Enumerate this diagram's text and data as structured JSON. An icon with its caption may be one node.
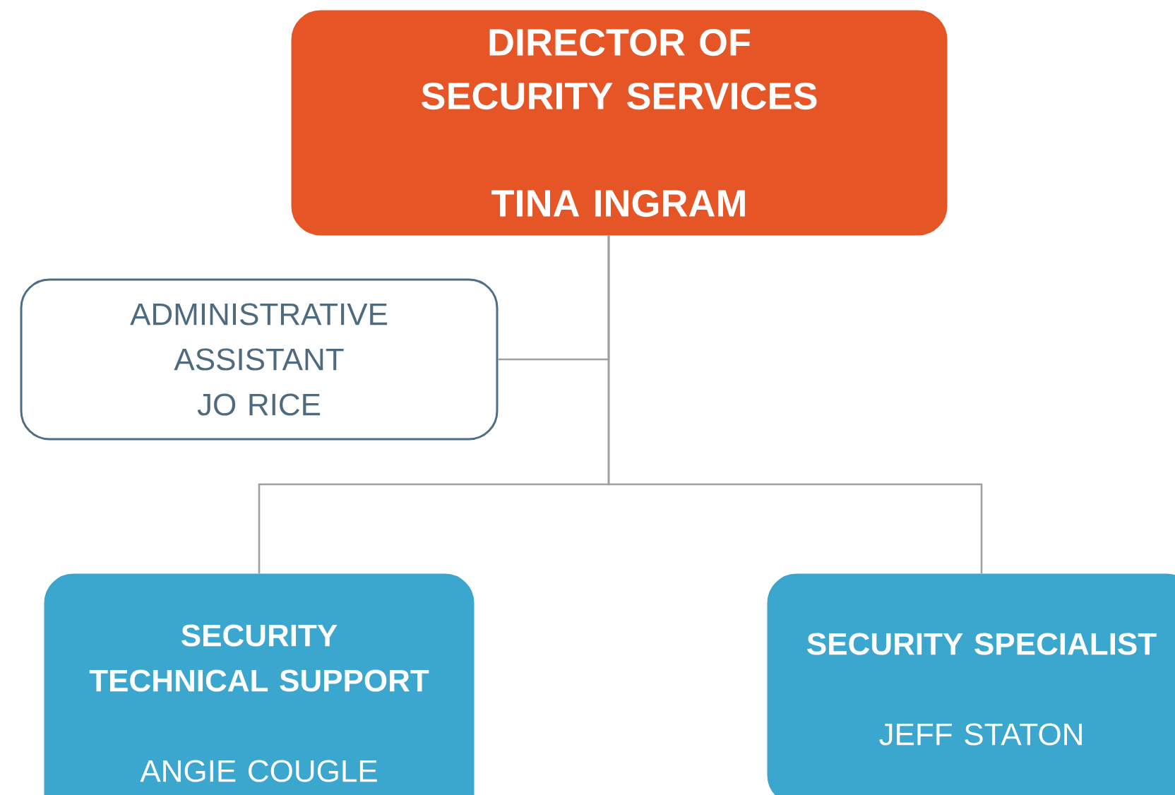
{
  "diagram": {
    "nodes": [
      {
        "text": [
          "DIRECTOR OF SECURITY SERVICES",
          "TINA INGRAM"
        ]
      },
      {
        "text": [
          "ADMINISTRATIVE ASSISTANT",
          "JO RICE"
        ]
      },
      {
        "text": [
          "SECURITY TECHNICAL SUPPORT",
          "ANGIE COUGLE"
        ]
      },
      {
        "text": [
          "SECURITY SPECIALIST",
          "JEFF STATON"
        ]
      }
    ],
    "edges": [
      {
        "from": 0,
        "to": 1,
        "arrow": "none"
      },
      {
        "from": 0,
        "to": 2,
        "arrow": "none"
      },
      {
        "from": 0,
        "to": 3,
        "arrow": "none"
      }
    ]
  }
}
